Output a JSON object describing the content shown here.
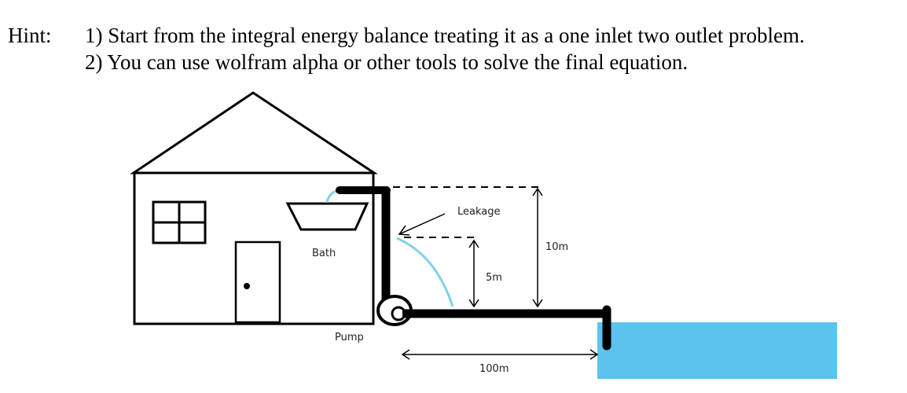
{
  "hint": {
    "label": "Hint:",
    "items": [
      "1) Start from the integral energy balance treating it as a one inlet two outlet problem.",
      "2) You can use wolfram alpha or other tools to solve the final equation."
    ]
  },
  "diagram": {
    "labels": {
      "leakage": "Leakage",
      "bath": "Bath",
      "pump": "Pump",
      "height_total": "10m",
      "height_leak": "5m",
      "distance": "100m"
    },
    "colors": {
      "water": "#5bc3ee",
      "leak_stream": "#7fd0ee",
      "pipe": "#000000"
    }
  }
}
